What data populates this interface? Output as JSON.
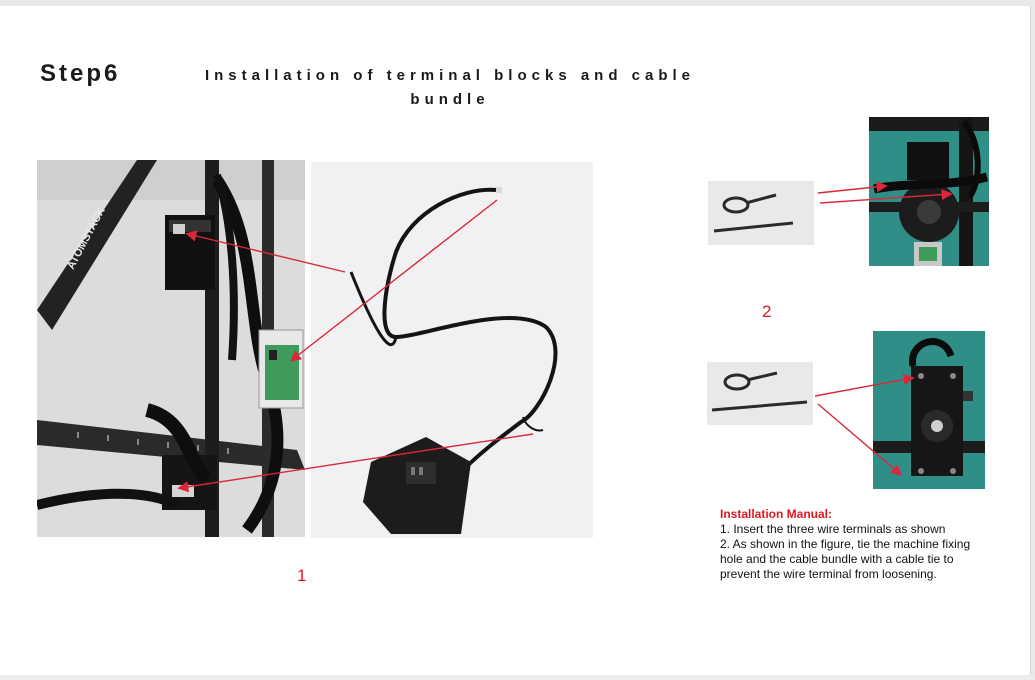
{
  "header": {
    "step": "Step6",
    "title": "Installation of terminal blocks and cable bundle"
  },
  "figures": {
    "figure1_label": "1",
    "figure2_label": "2",
    "machine_logo": "ATOMSTACK"
  },
  "manual": {
    "title": "Installation Manual:",
    "steps": [
      "1. Insert the three wire terminals as shown",
      "2. As shown in the figure, tie the machine fixing hole and the cable bundle with a cable tie to prevent the wire terminal from loosening."
    ]
  },
  "colors": {
    "accent_red": "#e0191f",
    "arrow_red": "#d8283a",
    "cable_black": "#111111",
    "pcb_green": "#3f9b5a",
    "teal_bg": "#2f8f86"
  }
}
